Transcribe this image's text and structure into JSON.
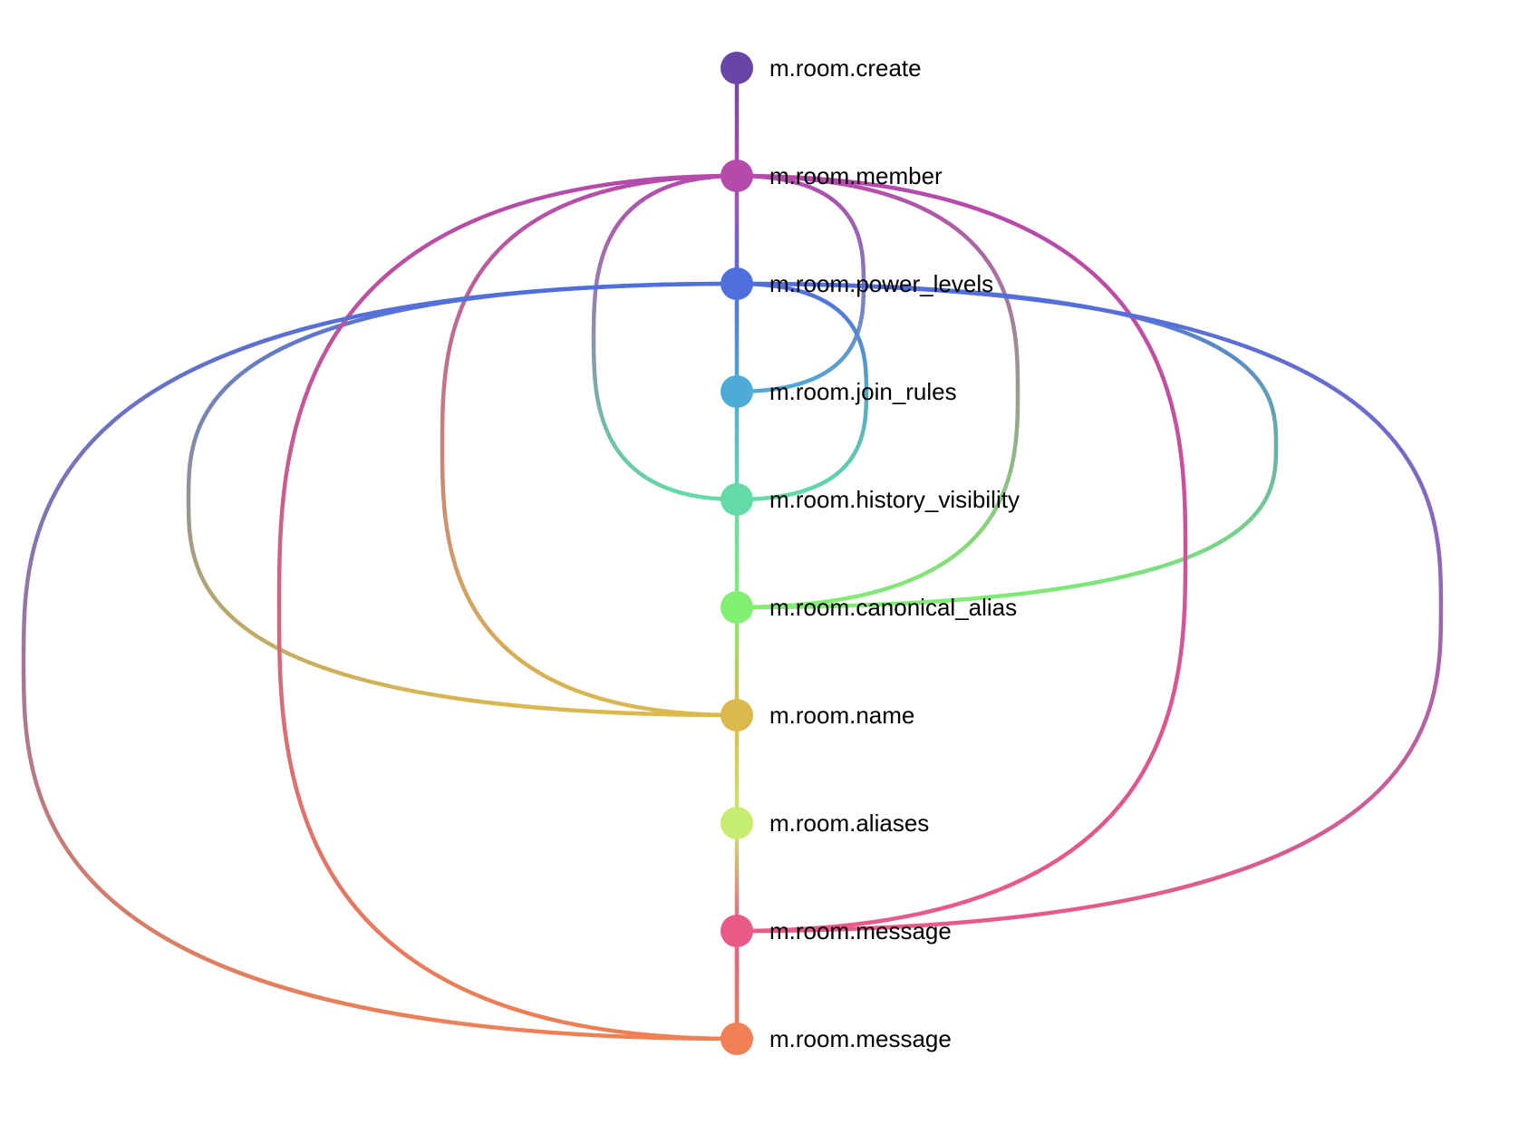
{
  "nodes": [
    {
      "id": "create",
      "label": "m.room.create",
      "color": "#6a45a8"
    },
    {
      "id": "member",
      "label": "m.room.member",
      "color": "#b44aac"
    },
    {
      "id": "power_levels",
      "label": "m.room.power_levels",
      "color": "#4f6fdd"
    },
    {
      "id": "join_rules",
      "label": "m.room.join_rules",
      "color": "#4eaad6"
    },
    {
      "id": "history_visibility",
      "label": "m.room.history_visibility",
      "color": "#62dba8"
    },
    {
      "id": "canonical_alias",
      "label": "m.room.canonical_alias",
      "color": "#80ef72"
    },
    {
      "id": "name",
      "label": "m.room.name",
      "color": "#dbb94c"
    },
    {
      "id": "aliases",
      "label": "m.room.aliases",
      "color": "#c6ec70"
    },
    {
      "id": "message_1",
      "label": "m.room.message",
      "color": "#ea5a86"
    },
    {
      "id": "message_2",
      "label": "m.room.message",
      "color": "#ef8053"
    }
  ],
  "edges": [
    {
      "from": "create",
      "to": "member"
    },
    {
      "from": "member",
      "to": "power_levels"
    },
    {
      "from": "member",
      "to": "join_rules"
    },
    {
      "from": "power_levels",
      "to": "join_rules"
    },
    {
      "from": "member",
      "to": "history_visibility"
    },
    {
      "from": "power_levels",
      "to": "history_visibility"
    },
    {
      "from": "join_rules",
      "to": "history_visibility"
    },
    {
      "from": "member",
      "to": "canonical_alias"
    },
    {
      "from": "power_levels",
      "to": "canonical_alias"
    },
    {
      "from": "history_visibility",
      "to": "canonical_alias"
    },
    {
      "from": "member",
      "to": "name"
    },
    {
      "from": "power_levels",
      "to": "name"
    },
    {
      "from": "canonical_alias",
      "to": "name"
    },
    {
      "from": "name",
      "to": "aliases"
    },
    {
      "from": "member",
      "to": "message_1"
    },
    {
      "from": "power_levels",
      "to": "message_1"
    },
    {
      "from": "aliases",
      "to": "message_1"
    },
    {
      "from": "member",
      "to": "message_2"
    },
    {
      "from": "power_levels",
      "to": "message_2"
    },
    {
      "from": "message_1",
      "to": "message_2"
    }
  ]
}
